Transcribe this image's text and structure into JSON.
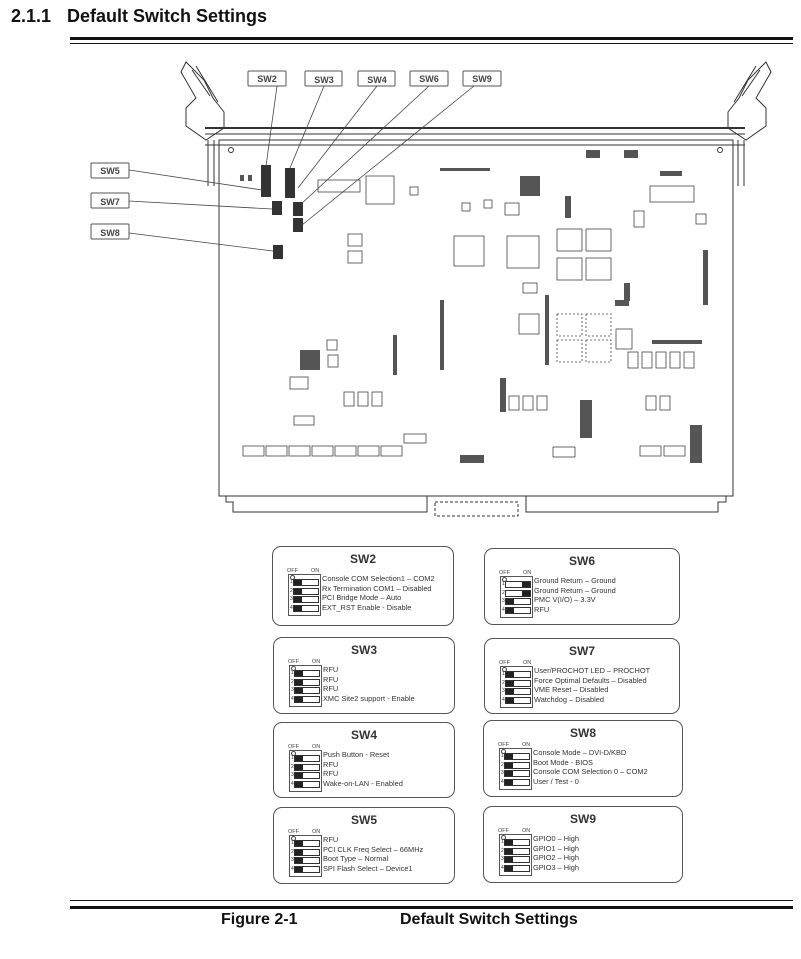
{
  "section": {
    "number": "2.1.1",
    "title": "Default Switch Settings"
  },
  "board": {
    "callouts_top": [
      "SW2",
      "SW3",
      "SW4",
      "SW6",
      "SW9"
    ],
    "callouts_left": [
      "SW5",
      "SW7",
      "SW8"
    ]
  },
  "dip_legend": {
    "off": "OFF",
    "on": "ON"
  },
  "switches": {
    "sw2": {
      "name": "SW2",
      "positions": [
        "OFF",
        "OFF",
        "OFF",
        "OFF"
      ],
      "settings": [
        "Console COM Selection1 – COM2",
        "Rx Termination COM1 – Disabled",
        "PCI Bridge Mode – Auto",
        "EXT_RST Enable - Disable"
      ]
    },
    "sw3": {
      "name": "SW3",
      "positions": [
        "OFF",
        "OFF",
        "OFF",
        "OFF"
      ],
      "settings": [
        "RFU",
        "RFU",
        "RFU",
        "XMC Site2 support - Enable"
      ]
    },
    "sw4": {
      "name": "SW4",
      "positions": [
        "OFF",
        "OFF",
        "OFF",
        "OFF"
      ],
      "settings": [
        "Push Button - Reset",
        "RFU",
        "RFU",
        "Wake-on-LAN - Enabled"
      ]
    },
    "sw5": {
      "name": "SW5",
      "positions": [
        "OFF",
        "OFF",
        "OFF",
        "OFF"
      ],
      "settings": [
        "RFU",
        "PCI CLK Freq Select – 66MHz",
        "Boot Type – Normal",
        "SPI Flash Select – Device1"
      ]
    },
    "sw6": {
      "name": "SW6",
      "positions": [
        "ON",
        "ON",
        "OFF",
        "OFF"
      ],
      "settings": [
        "Ground Return – Ground",
        "Ground Return – Ground",
        "PMC V(I/O) – 3.3V",
        "RFU"
      ]
    },
    "sw7": {
      "name": "SW7",
      "positions": [
        "OFF",
        "OFF",
        "OFF",
        "OFF"
      ],
      "settings": [
        "User/PROCHOT LED – PROCHOT",
        "Force Optimal Defaults – Disabled",
        "VME Reset – Disabled",
        "Watchdog – Disabled"
      ]
    },
    "sw8": {
      "name": "SW8",
      "positions": [
        "OFF",
        "OFF",
        "OFF",
        "OFF"
      ],
      "settings": [
        "Console Mode – DVI-D/KBD",
        "Boot Mode - BIOS",
        "Console COM Selection 0 – COM2",
        "User / Test - 0"
      ]
    },
    "sw9": {
      "name": "SW9",
      "positions": [
        "OFF",
        "OFF",
        "OFF",
        "OFF"
      ],
      "settings": [
        "GPIO0 – High",
        "GPIO1 – High",
        "GPIO2 – High",
        "GPIO3 – High"
      ]
    }
  },
  "figure": {
    "label": "Figure 2-1",
    "title": "Default Switch Settings"
  }
}
